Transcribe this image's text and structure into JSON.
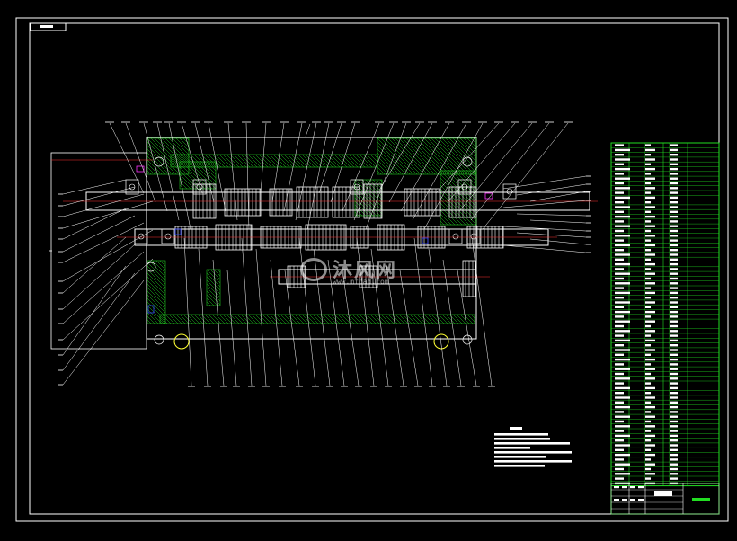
{
  "watermark": {
    "text": "沐风网",
    "url": "www.mfcad.com"
  },
  "colors": {
    "background": "#000000",
    "frame": "#ffffff",
    "parts_list": "#22dd22",
    "hatch": "#22cc22",
    "shaft_fill": "#ffffff",
    "centerline": "#ff3333",
    "accent_blue": "#3344ff",
    "magenta": "#ff33ff",
    "yellow": "#ffff33"
  },
  "drawing": {
    "type": "gearbox-assembly-drawing"
  }
}
